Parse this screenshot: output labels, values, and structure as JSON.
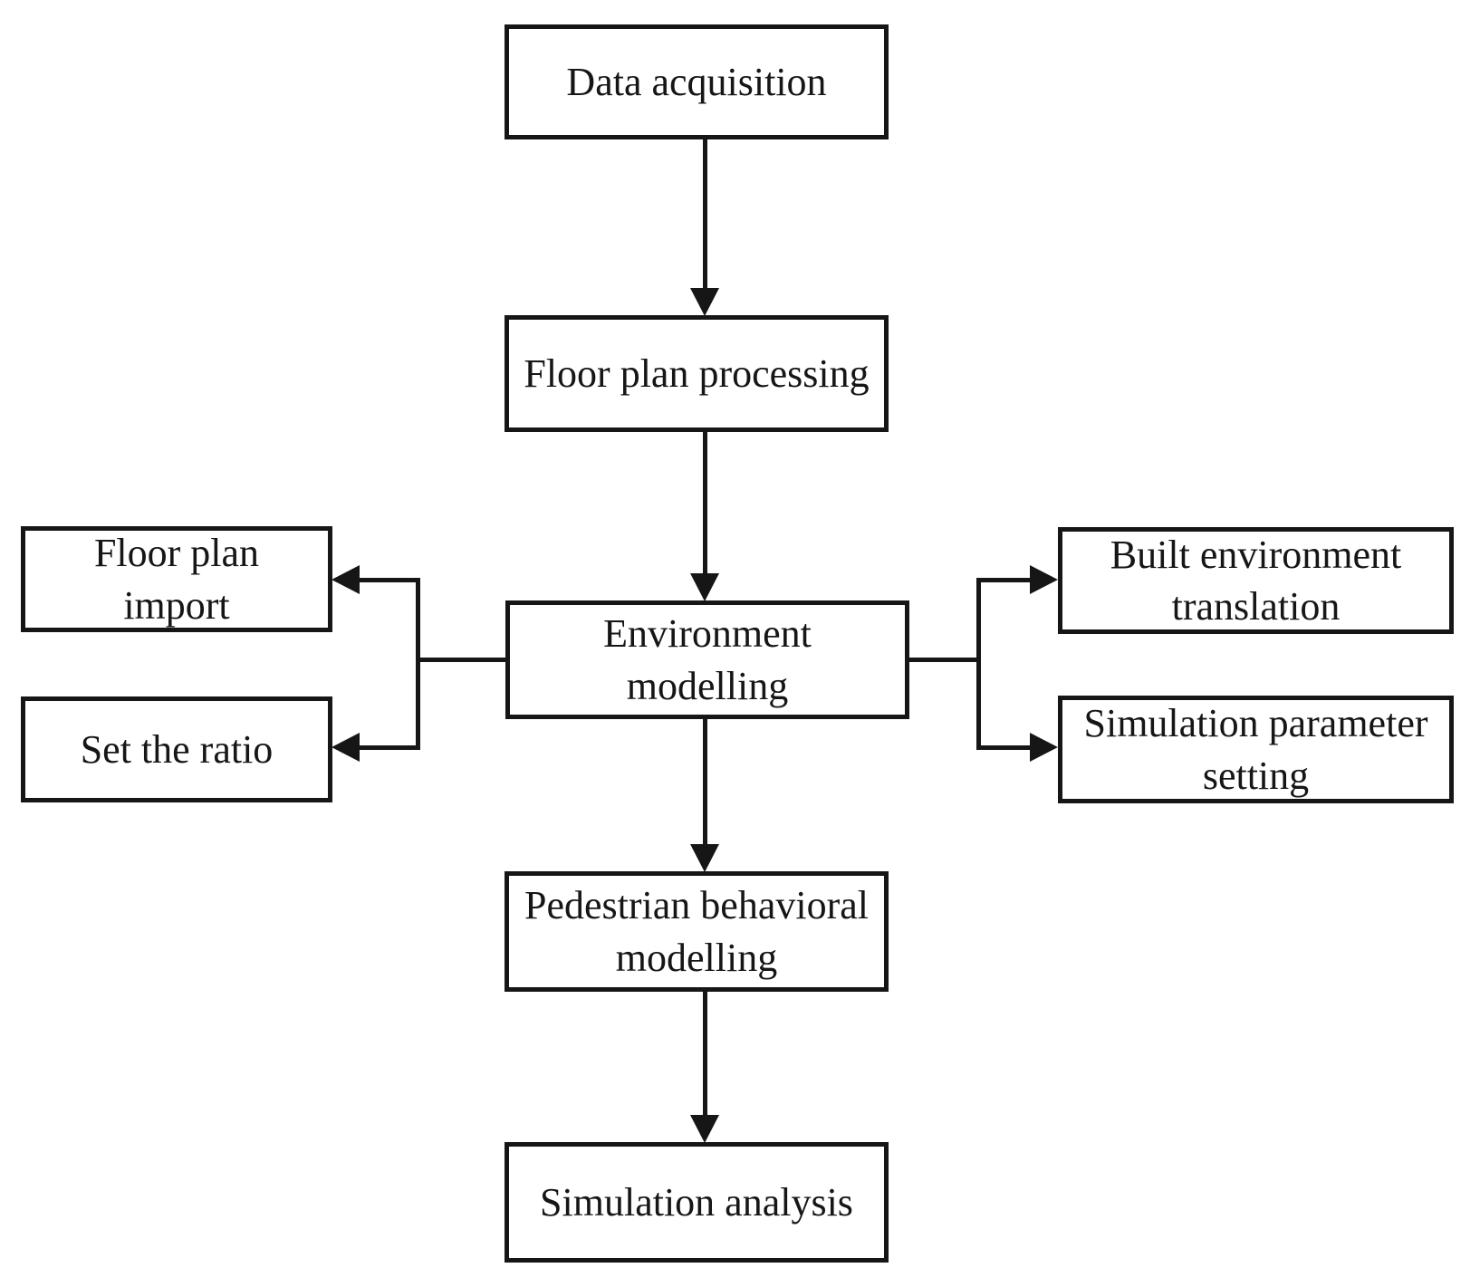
{
  "figure": {
    "type": "flowchart",
    "background_color": "#ffffff",
    "ink_color": "#161616",
    "nodes": [
      {
        "id": "data-acquisition",
        "label": "Data acquisition"
      },
      {
        "id": "floor-plan-processing",
        "label": "Floor plan processing"
      },
      {
        "id": "environment-modelling",
        "label": "Environment\nmodelling"
      },
      {
        "id": "floor-plan-import",
        "label": "Floor plan\nimport"
      },
      {
        "id": "set-the-ratio",
        "label": "Set the ratio"
      },
      {
        "id": "built-environment-translation",
        "label": "Built environment\ntranslation"
      },
      {
        "id": "simulation-parameter-setting",
        "label": "Simulation parameter\nsetting"
      },
      {
        "id": "pedestrian-behavioral-modelling",
        "label": "Pedestrian behavioral\nmodelling"
      },
      {
        "id": "simulation-analysis",
        "label": "Simulation analysis"
      }
    ],
    "edges": [
      {
        "from": "data-acquisition",
        "to": "floor-plan-processing",
        "direction": "down"
      },
      {
        "from": "floor-plan-processing",
        "to": "environment-modelling",
        "direction": "down"
      },
      {
        "from": "environment-modelling",
        "to": "floor-plan-import",
        "direction": "left"
      },
      {
        "from": "environment-modelling",
        "to": "set-the-ratio",
        "direction": "left"
      },
      {
        "from": "environment-modelling",
        "to": "built-environment-translation",
        "direction": "right"
      },
      {
        "from": "environment-modelling",
        "to": "simulation-parameter-setting",
        "direction": "right"
      },
      {
        "from": "environment-modelling",
        "to": "pedestrian-behavioral-modelling",
        "direction": "down"
      },
      {
        "from": "pedestrian-behavioral-modelling",
        "to": "simulation-analysis",
        "direction": "down"
      }
    ]
  }
}
